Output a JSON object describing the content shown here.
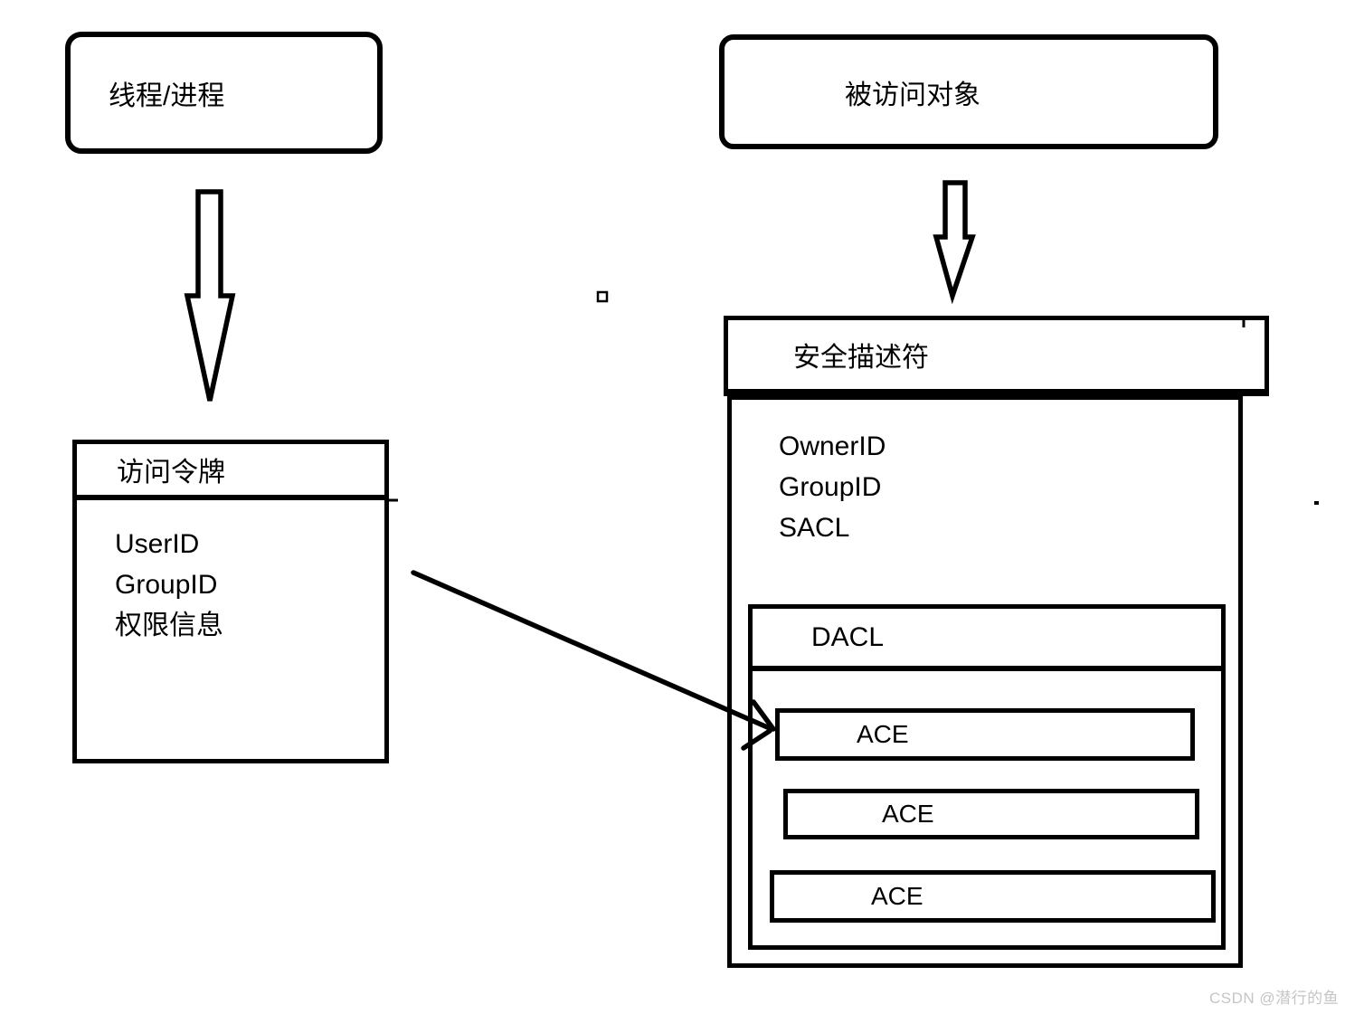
{
  "diagram": {
    "thread_box": {
      "label": "线程/进程"
    },
    "object_box": {
      "label": "被访问对象"
    },
    "access_token": {
      "title": "访问令牌",
      "fields": [
        "UserID",
        "GroupID",
        "权限信息"
      ]
    },
    "security_descriptor": {
      "title": "安全描述符",
      "fields": [
        "OwnerID",
        "GroupID",
        "SACL"
      ],
      "dacl": {
        "title": "DACL",
        "entries": [
          "ACE",
          "ACE",
          "ACE"
        ]
      }
    },
    "colors": {
      "stroke": "#000000",
      "background": "#ffffff",
      "watermark": "#c5c5c5"
    }
  },
  "watermark": {
    "text": "CSDN @潜行的鱼"
  }
}
